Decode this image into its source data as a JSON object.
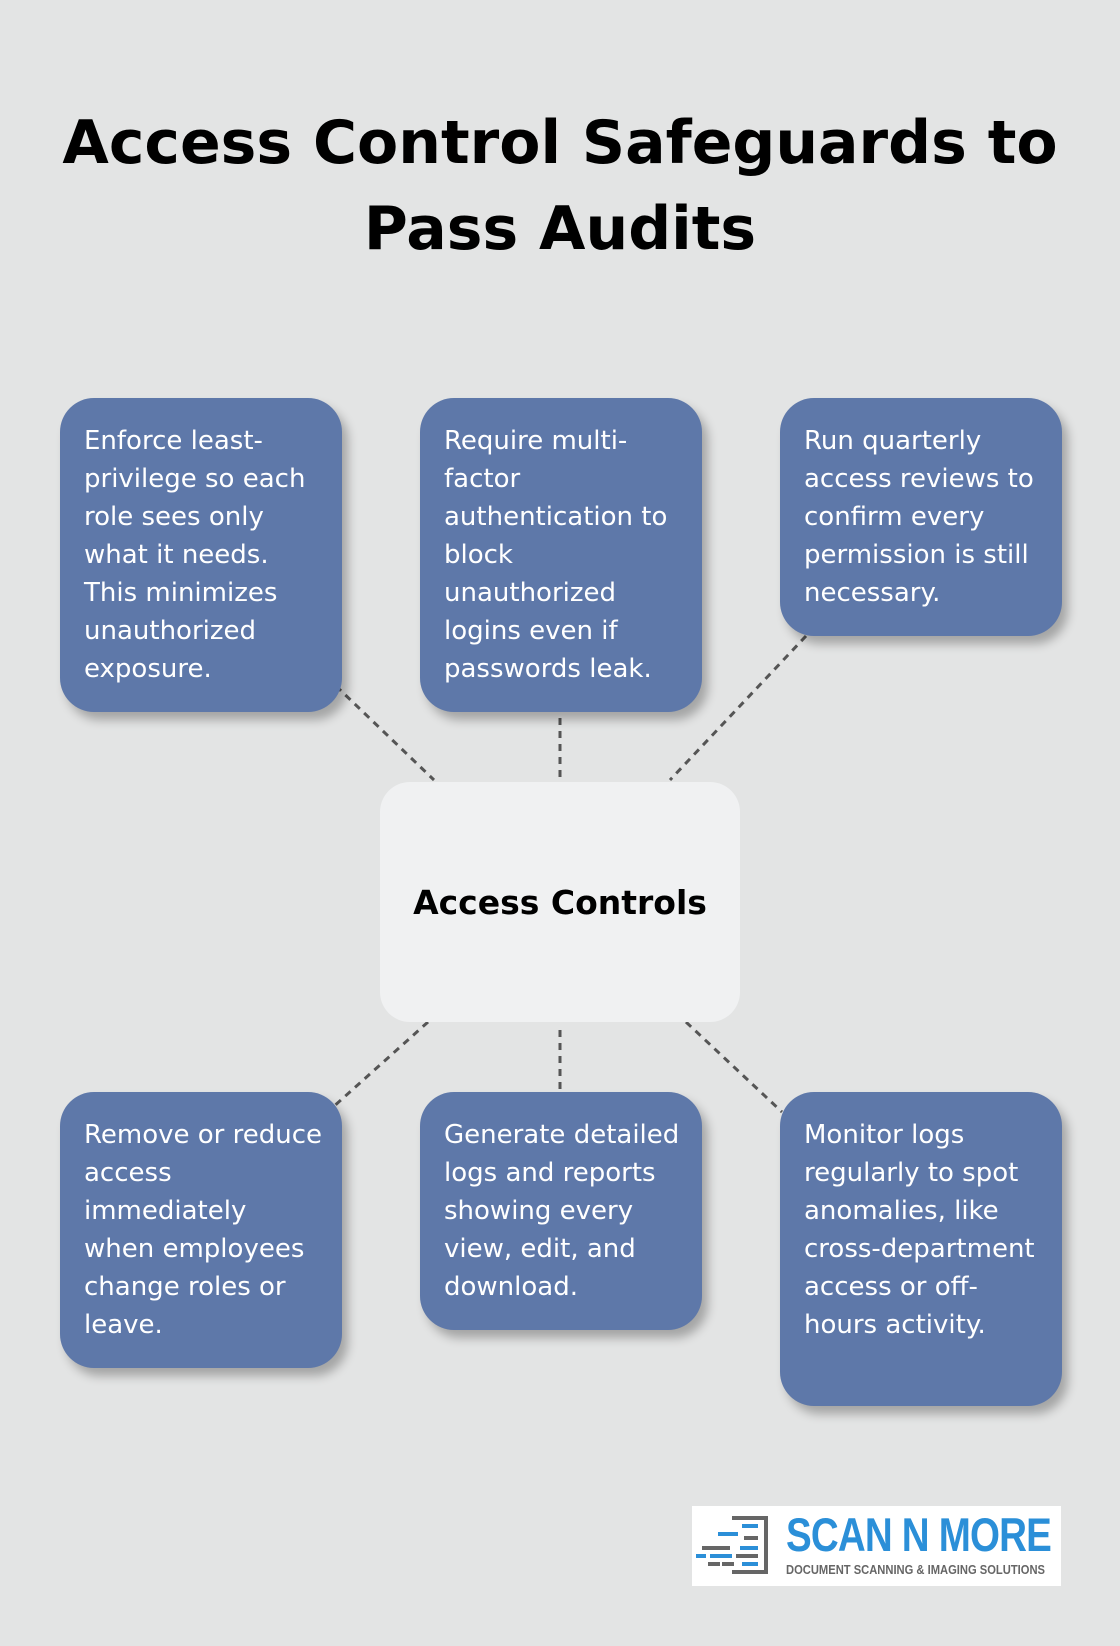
{
  "title": "Access Control Safeguards to Pass Audits",
  "center_label": "Access Controls",
  "nodes": [
    "Enforce least-privilege so each role sees only what it needs. This minimizes unauthorized exposure.",
    "Require multi-factor authentication to block unauthorized logins even if passwords leak.",
    "Run quarterly access reviews to confirm every permission is still necessary.",
    "Remove or reduce access immediately when employees change roles or leave.",
    "Generate detailed logs and reports showing every view, edit, and download.",
    "Monitor logs regularly to spot anomalies, like cross-department access or off-hours activity."
  ],
  "logo": {
    "name": "SCAN N MORE",
    "tagline": "DOCUMENT SCANNING & IMAGING SOLUTIONS"
  },
  "colors": {
    "background": "#e3e4e4",
    "node_fill": "#5e78a9",
    "center_fill": "#f0f1f2",
    "connector": "#555555",
    "logo_blue": "#2b8fd8"
  }
}
